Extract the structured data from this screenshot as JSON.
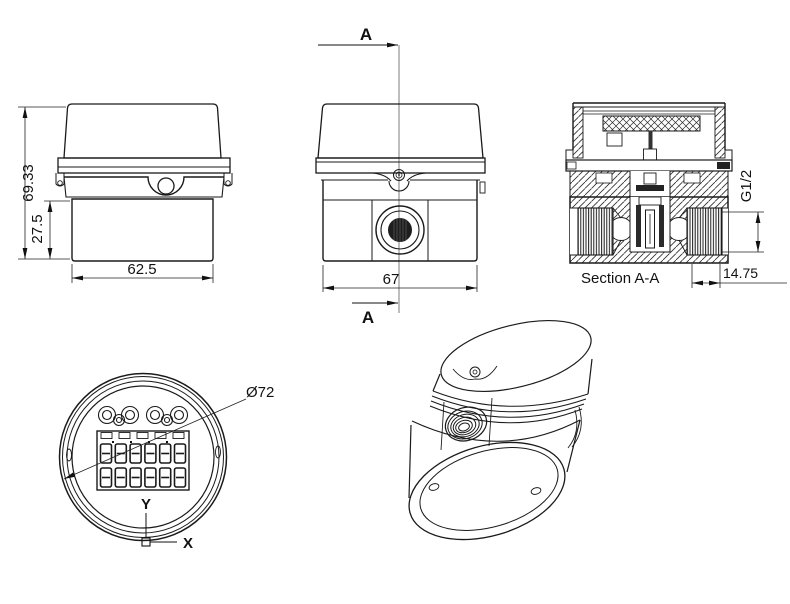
{
  "canvas": {
    "background": "#ffffff",
    "line_color": "#1a1a1a"
  },
  "views": {
    "side": {
      "dim_total_height": "69.33",
      "dim_body_height": "27.5",
      "dim_body_width": "62.5"
    },
    "front": {
      "section_marker": "A",
      "dim_width": "67"
    },
    "section": {
      "title": "Section A-A",
      "dim_thread": "G1/2",
      "dim_depth": "14.75"
    },
    "top": {
      "dim_diameter": "Ø72",
      "axis_x": "X",
      "axis_y": "Y"
    }
  }
}
